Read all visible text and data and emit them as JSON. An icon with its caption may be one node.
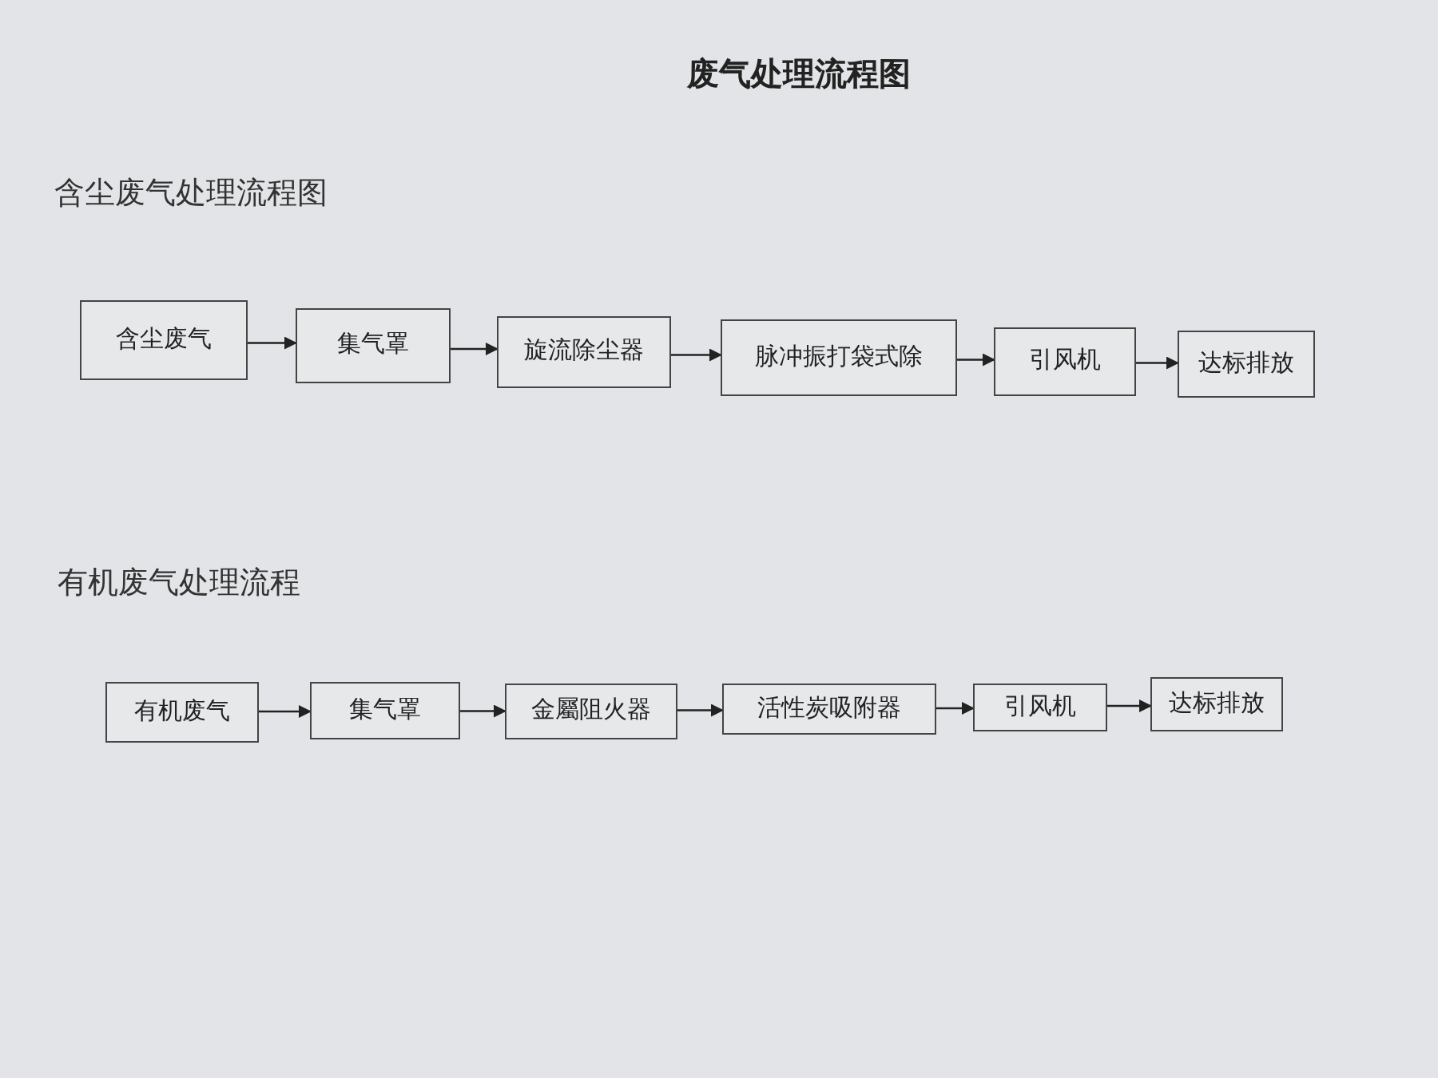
{
  "diagram": {
    "title": "废气处理流程图",
    "nodes": [
      {
        "text": [
          "含尘废气"
        ]
      },
      {
        "text": [
          "集气罩"
        ]
      },
      {
        "text": [
          "旋流除尘器"
        ]
      },
      {
        "text": [
          "脉冲振打袋式除"
        ]
      },
      {
        "text": [
          "引风机"
        ]
      },
      {
        "text": [
          "达标排放"
        ]
      },
      {
        "text": [
          "有机废气"
        ]
      },
      {
        "text": [
          "集气罩"
        ]
      },
      {
        "text": [
          "金屬阻火器"
        ]
      },
      {
        "text": [
          "活性炭吸附器"
        ]
      },
      {
        "text": [
          "引风机"
        ]
      },
      {
        "text": [
          "达标排放"
        ]
      }
    ],
    "edges": [
      {
        "from": 0,
        "to": 1,
        "arrow": "to"
      },
      {
        "from": 1,
        "to": 2,
        "arrow": "to"
      },
      {
        "from": 2,
        "to": 3,
        "arrow": "to"
      },
      {
        "from": 3,
        "to": 4,
        "arrow": "to"
      },
      {
        "from": 4,
        "to": 5,
        "arrow": "to"
      },
      {
        "from": 6,
        "to": 7,
        "arrow": "to"
      },
      {
        "from": 7,
        "to": 8,
        "arrow": "to"
      },
      {
        "from": 8,
        "to": 9,
        "arrow": "to"
      },
      {
        "from": 9,
        "to": 10,
        "arrow": "to"
      },
      {
        "from": 10,
        "to": 11,
        "arrow": "to"
      }
    ],
    "labels": [
      "含尘废气处理流程图",
      "有机废气处理流程"
    ]
  }
}
